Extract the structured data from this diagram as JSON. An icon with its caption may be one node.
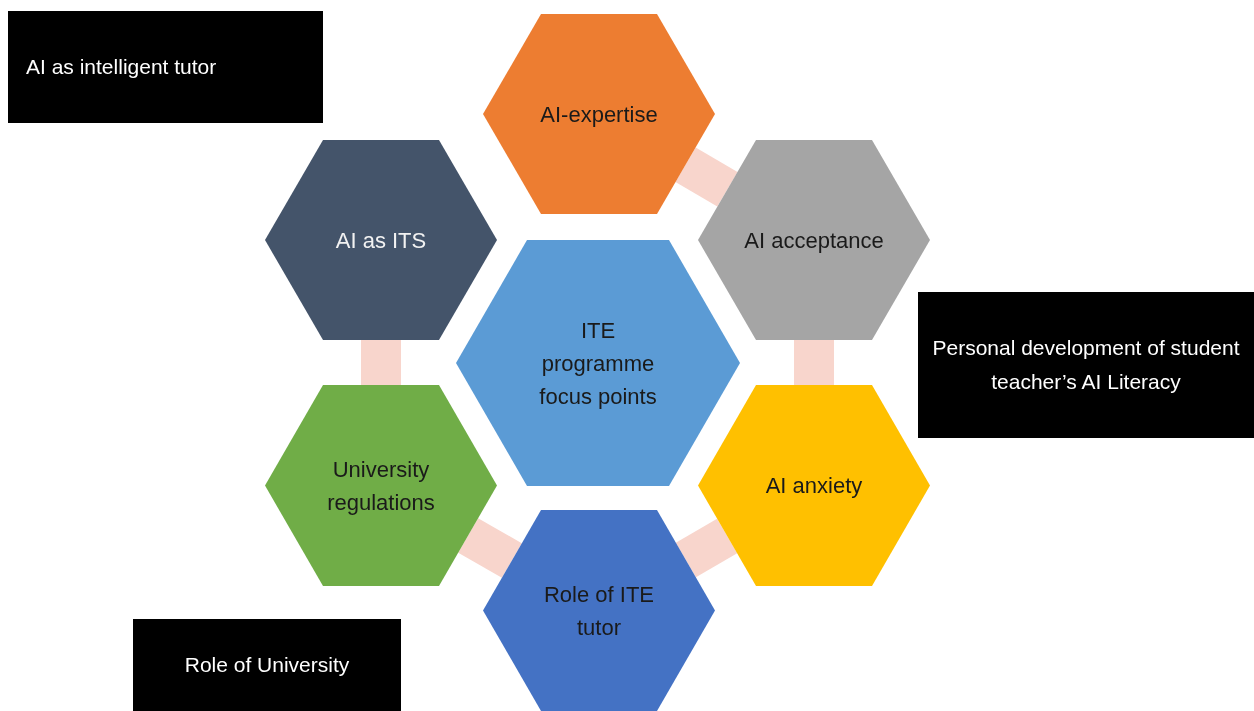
{
  "diagram": {
    "nodes": [
      {
        "text": [
          "AI as intelligent tutor"
        ]
      },
      {
        "text": [
          "AI-expertise"
        ]
      },
      {
        "text": [
          "AI as ITS"
        ]
      },
      {
        "text": [
          "AI acceptance"
        ]
      },
      {
        "text": [
          "ITE programme focus points"
        ]
      },
      {
        "text": [
          "Personal development of student teacher’s AI Literacy"
        ]
      },
      {
        "text": [
          "University regulations"
        ]
      },
      {
        "text": [
          "AI anxiety"
        ]
      },
      {
        "text": [
          "Role of ITE tutor"
        ]
      },
      {
        "text": [
          "Role of University"
        ]
      }
    ],
    "edges": [
      {
        "from": 1,
        "to": 3,
        "arrow": "none"
      },
      {
        "from": 3,
        "to": 7,
        "arrow": "none"
      },
      {
        "from": 7,
        "to": 8,
        "arrow": "none"
      },
      {
        "from": 8,
        "to": 6,
        "arrow": "none"
      },
      {
        "from": 6,
        "to": 2,
        "arrow": "none"
      }
    ]
  }
}
